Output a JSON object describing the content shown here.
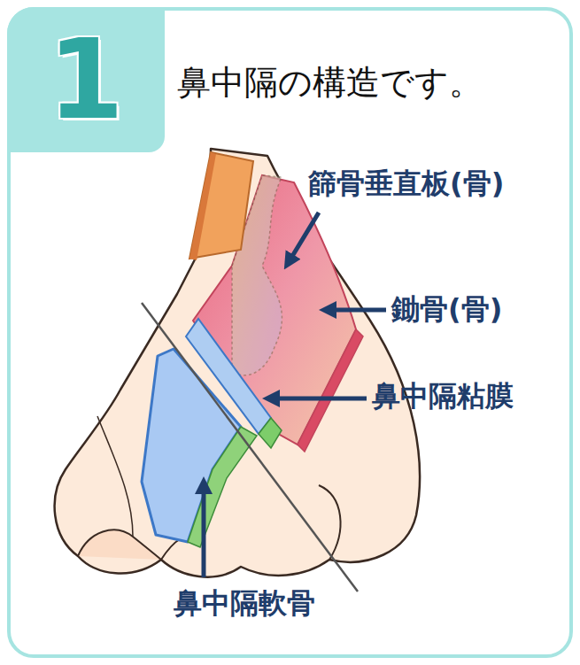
{
  "diagram": {
    "title": "鼻中隔の構造です。",
    "nodes": [
      {
        "text": [
          "1"
        ]
      }
    ],
    "labels": [
      "篩骨垂直板(骨)",
      "鋤骨(骨)",
      "鼻中隔粘膜",
      "鼻中隔軟骨"
    ]
  }
}
